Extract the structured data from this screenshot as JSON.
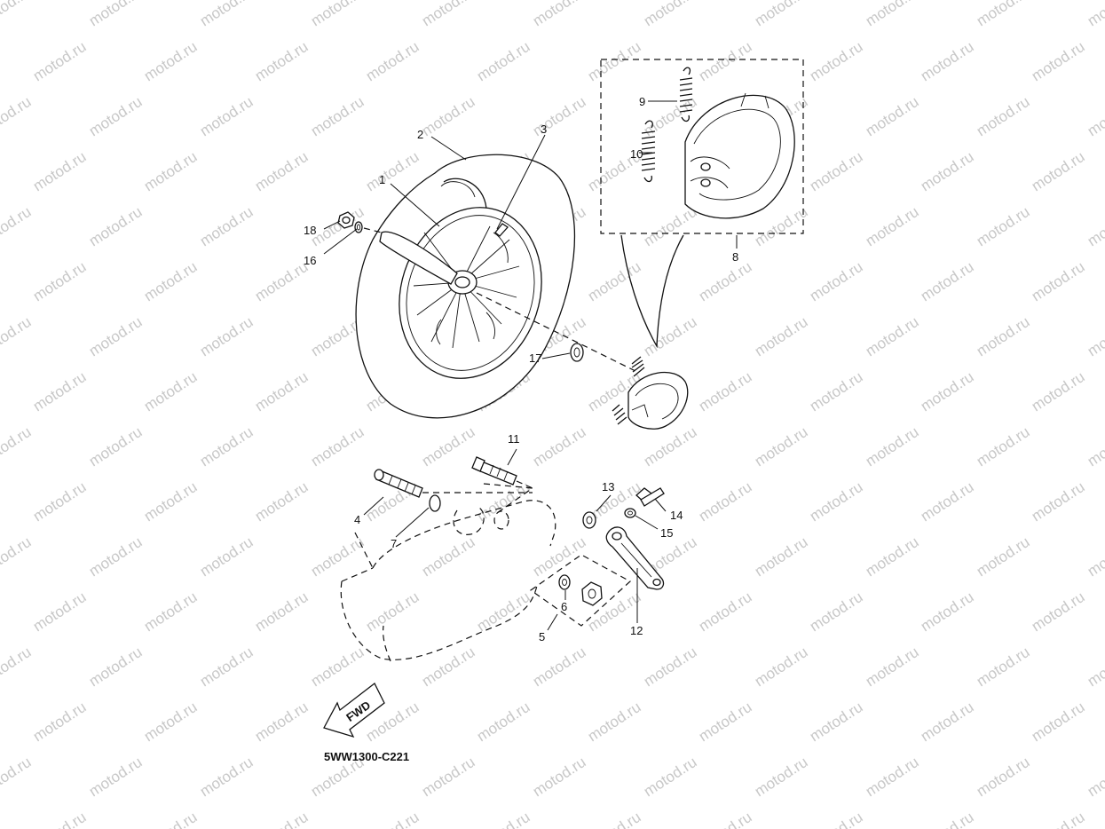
{
  "watermark": "motod.ru",
  "diagram_code": "5WW1300-C221",
  "fwd_label": "FWD",
  "callouts": {
    "c1": "1",
    "c2": "2",
    "c3": "3",
    "c4": "4",
    "c5": "5",
    "c6": "6",
    "c7": "7",
    "c8": "8",
    "c9": "9",
    "c10": "10",
    "c11": "11",
    "c12": "12",
    "c13": "13",
    "c14": "14",
    "c15": "15",
    "c16": "16",
    "c17": "17",
    "c18": "18"
  }
}
